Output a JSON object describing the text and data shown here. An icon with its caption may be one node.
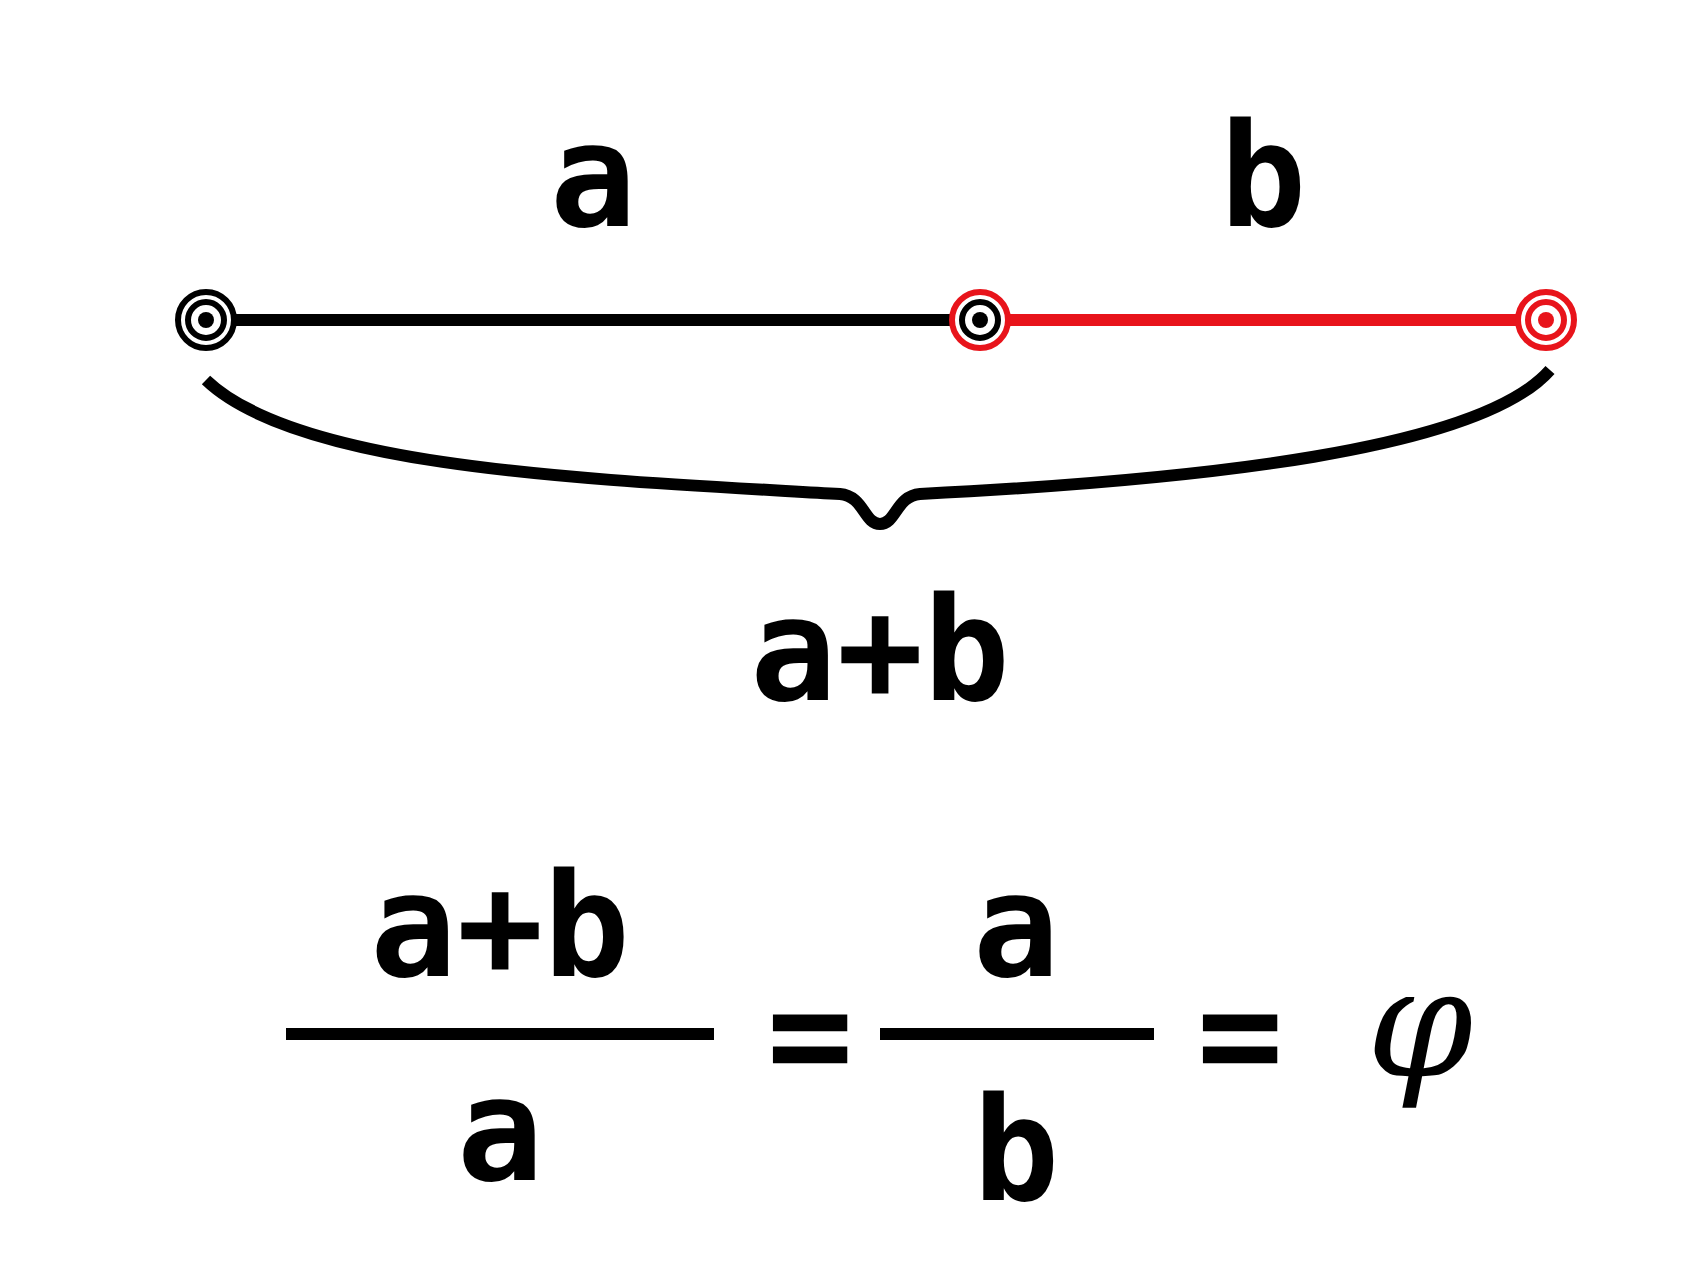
{
  "diagram": {
    "nodes": [
      {
        "text": [],
        "shape": "circle"
      },
      {
        "text": [],
        "shape": "circle"
      },
      {
        "text": [],
        "shape": "circle"
      }
    ],
    "edges": [
      {
        "from": 0,
        "to": 1,
        "arrow": "none",
        "label": "a"
      },
      {
        "from": 1,
        "to": 2,
        "arrow": "none",
        "label": "b",
        "color": "#e8141b"
      }
    ],
    "labels": [
      "a+b",
      "a+b",
      "a",
      "=",
      "a",
      "b",
      "=",
      "φ"
    ]
  }
}
